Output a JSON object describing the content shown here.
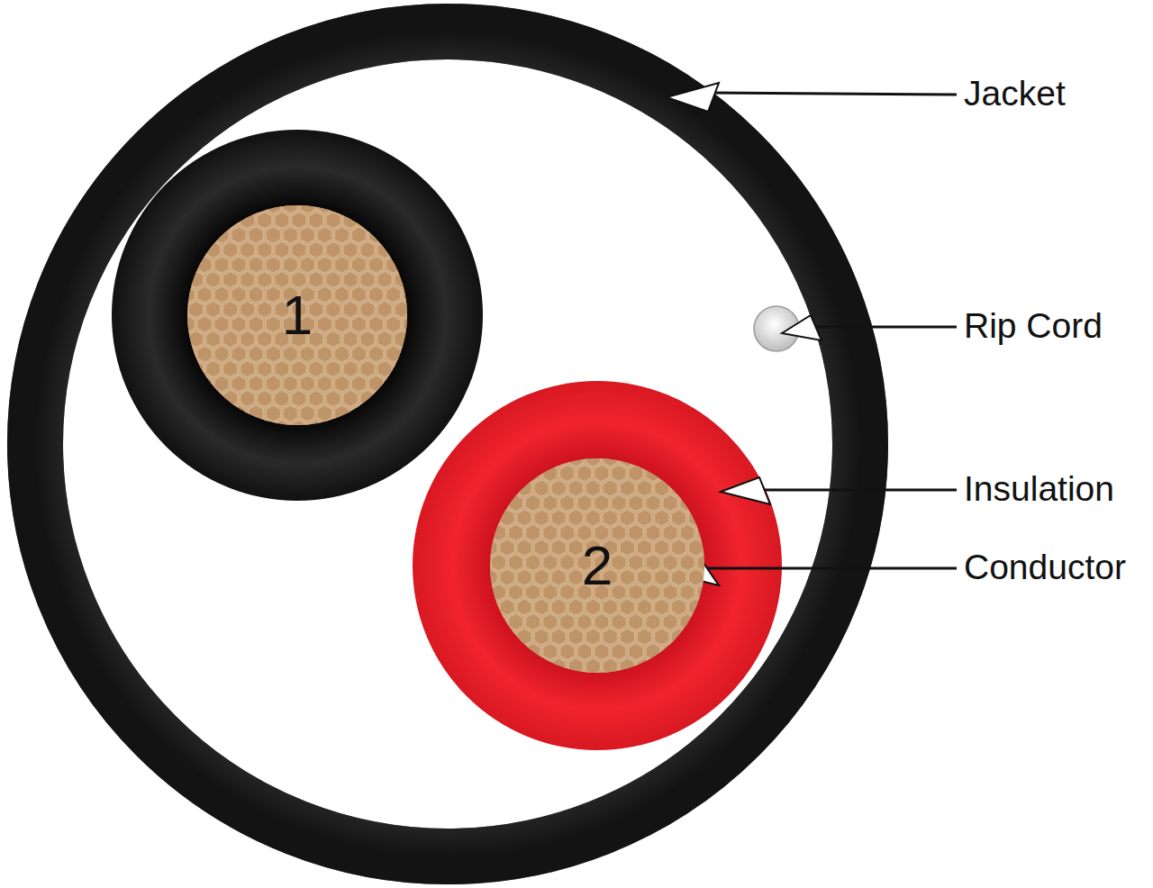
{
  "diagram": {
    "nodes": [
      {
        "text": [
          "1"
        ]
      },
      {
        "text": [
          "2"
        ]
      }
    ],
    "labels": [
      "Jacket",
      "Rip Cord",
      "Insulation",
      "Conductor"
    ]
  }
}
